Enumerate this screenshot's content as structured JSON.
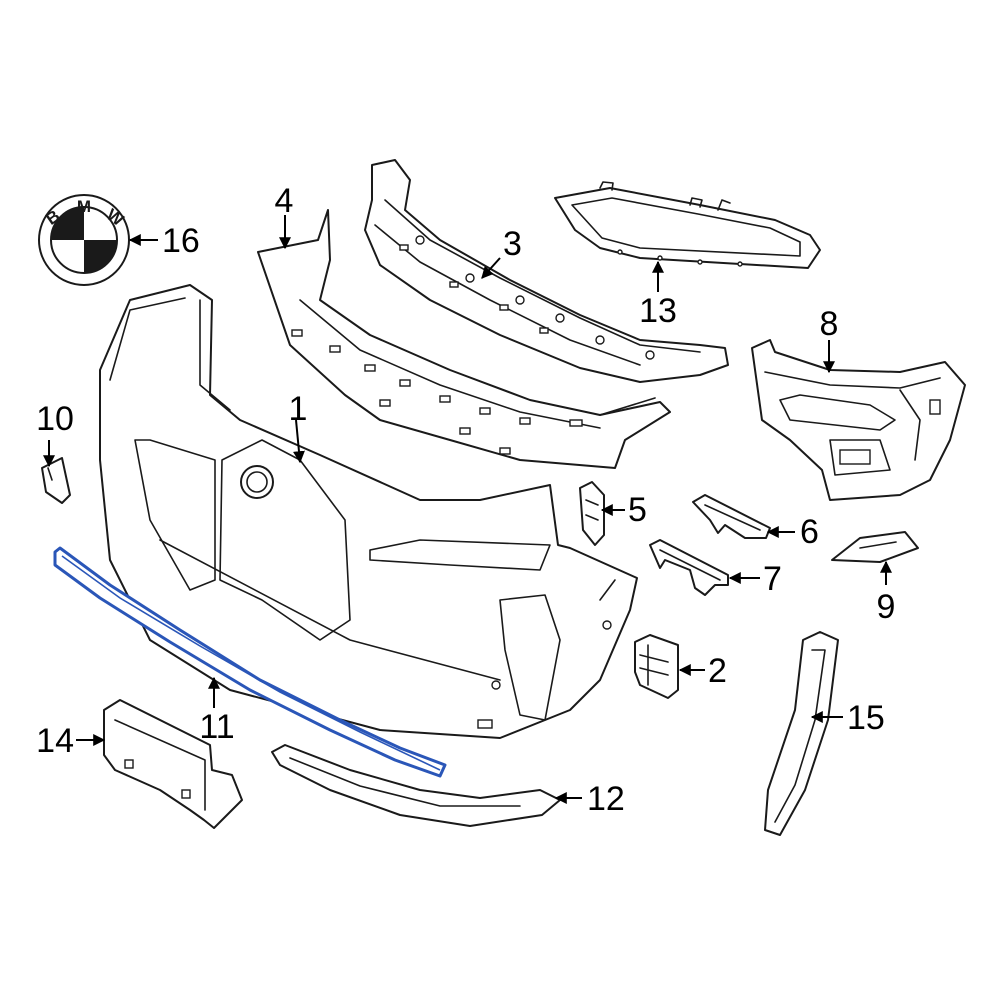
{
  "highlight_color": "#2a56b8",
  "line_color": "#1a1a1a",
  "emblem": {
    "letter_b": "B",
    "letter_m": "M",
    "letter_w": "W"
  },
  "callouts": [
    {
      "id": "1",
      "label": "1"
    },
    {
      "id": "2",
      "label": "2"
    },
    {
      "id": "3",
      "label": "3"
    },
    {
      "id": "4",
      "label": "4"
    },
    {
      "id": "5",
      "label": "5"
    },
    {
      "id": "6",
      "label": "6"
    },
    {
      "id": "7",
      "label": "7"
    },
    {
      "id": "8",
      "label": "8"
    },
    {
      "id": "9",
      "label": "9"
    },
    {
      "id": "10",
      "label": "10"
    },
    {
      "id": "11",
      "label": "11",
      "highlighted": true
    },
    {
      "id": "12",
      "label": "12"
    },
    {
      "id": "13",
      "label": "13"
    },
    {
      "id": "14",
      "label": "14"
    },
    {
      "id": "15",
      "label": "15"
    },
    {
      "id": "16",
      "label": "16"
    }
  ]
}
